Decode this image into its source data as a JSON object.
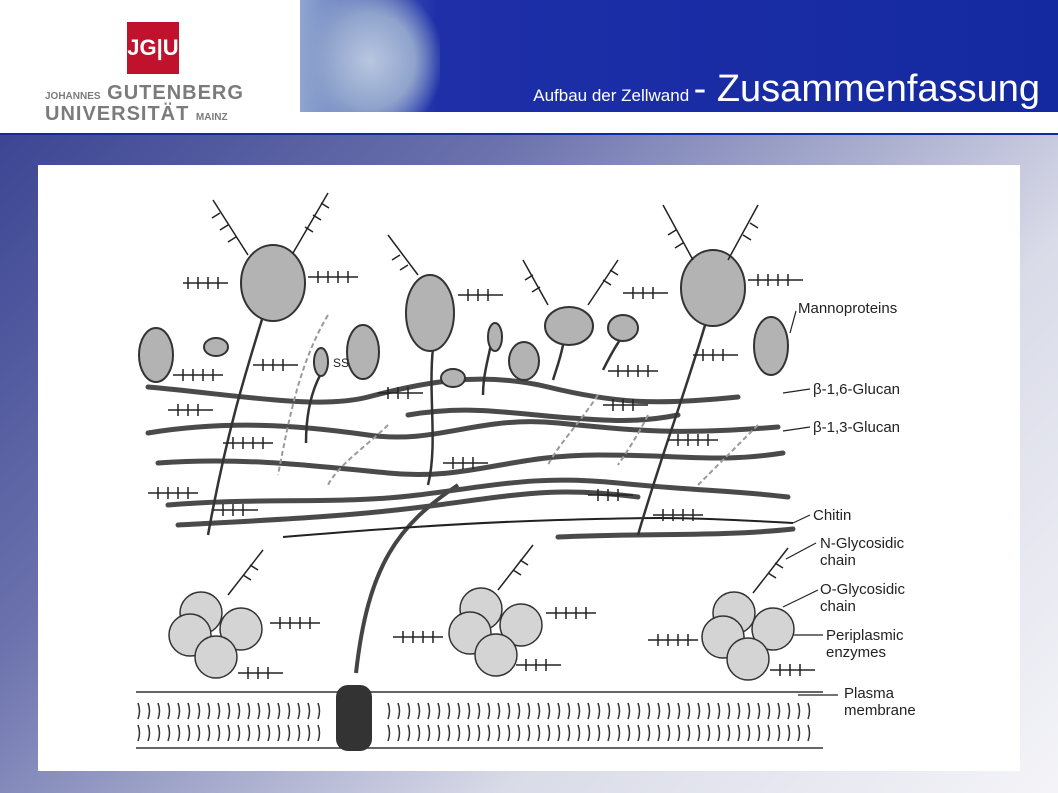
{
  "header": {
    "logo_mark": "JG|U",
    "logo_line1_small": "JOHANNES",
    "logo_line1": "GUTENBERG",
    "logo_line2": "UNIVERSITÄT",
    "logo_line2_small": "MAINZ",
    "title_small": "Aufbau der Zellwand",
    "title_large": "- Zusammenfassung"
  },
  "figure": {
    "labels": {
      "mannoproteins": "Mannoproteins",
      "b16_glucan": "β-1,6-Glucan",
      "b13_glucan": "β-1,3-Glucan",
      "chitin": "Chitin",
      "n_glycosidic": "N-Glycosidic chain",
      "o_glycosidic": "O-Glycosidic chain",
      "periplasmic": "Periplasmic enzymes",
      "plasma_membrane": "Plasma membrane",
      "ss": "SS"
    }
  },
  "colors": {
    "header_blue": "#1429a0",
    "logo_red": "#c0122d",
    "protein_gray": "#b3b3b3",
    "fiber_dark": "#4a4a4a"
  }
}
